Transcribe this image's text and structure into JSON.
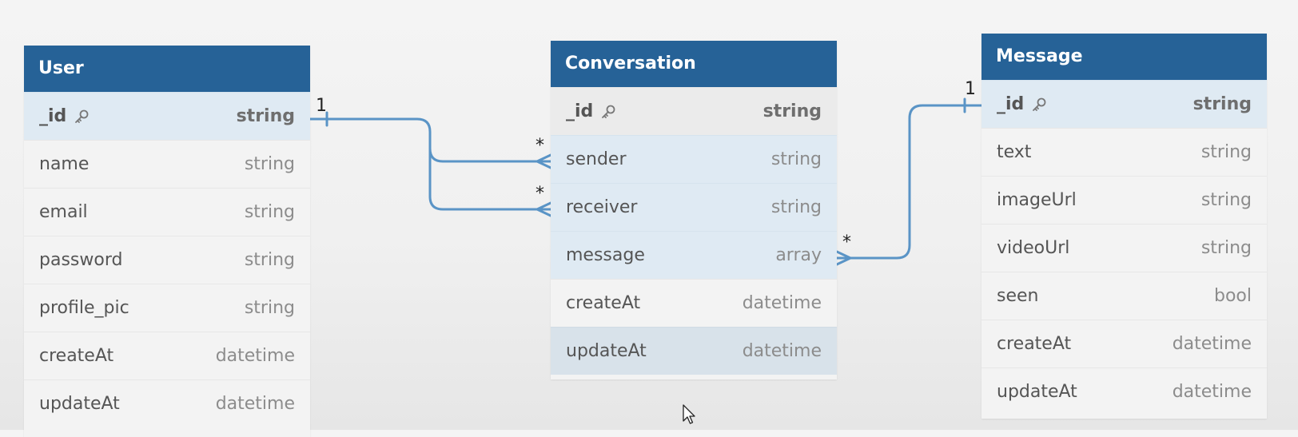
{
  "diagram": {
    "tables": {
      "user": {
        "title": "User",
        "rows": [
          {
            "name": "_id",
            "type": "string",
            "primary_key": true
          },
          {
            "name": "name",
            "type": "string"
          },
          {
            "name": "email",
            "type": "string"
          },
          {
            "name": "password",
            "type": "string"
          },
          {
            "name": "profile_pic",
            "type": "string"
          },
          {
            "name": "createAt",
            "type": "datetime"
          },
          {
            "name": "updateAt",
            "type": "datetime"
          }
        ]
      },
      "conversation": {
        "title": "Conversation",
        "rows": [
          {
            "name": "_id",
            "type": "string",
            "primary_key": true
          },
          {
            "name": "sender",
            "type": "string"
          },
          {
            "name": "receiver",
            "type": "string"
          },
          {
            "name": "message",
            "type": "array"
          },
          {
            "name": "createAt",
            "type": "datetime"
          },
          {
            "name": "updateAt",
            "type": "datetime"
          }
        ]
      },
      "message": {
        "title": "Message",
        "rows": [
          {
            "name": "_id",
            "type": "string",
            "primary_key": true
          },
          {
            "name": "text",
            "type": "string"
          },
          {
            "name": "imageUrl",
            "type": "string"
          },
          {
            "name": "videoUrl",
            "type": "string"
          },
          {
            "name": "seen",
            "type": "bool"
          },
          {
            "name": "createAt",
            "type": "datetime"
          },
          {
            "name": "updateAt",
            "type": "datetime"
          }
        ]
      }
    },
    "relations": {
      "user_one": "1",
      "sender_many": "*",
      "receiver_many": "*",
      "message_many": "*",
      "message_one": "1"
    },
    "colors": {
      "header": "#266297",
      "relation_line": "#5a94c6",
      "highlight_row": "#dfeaf3"
    },
    "icons": {
      "primary_key": "key-icon",
      "pointer": "mouse-cursor-icon"
    }
  }
}
